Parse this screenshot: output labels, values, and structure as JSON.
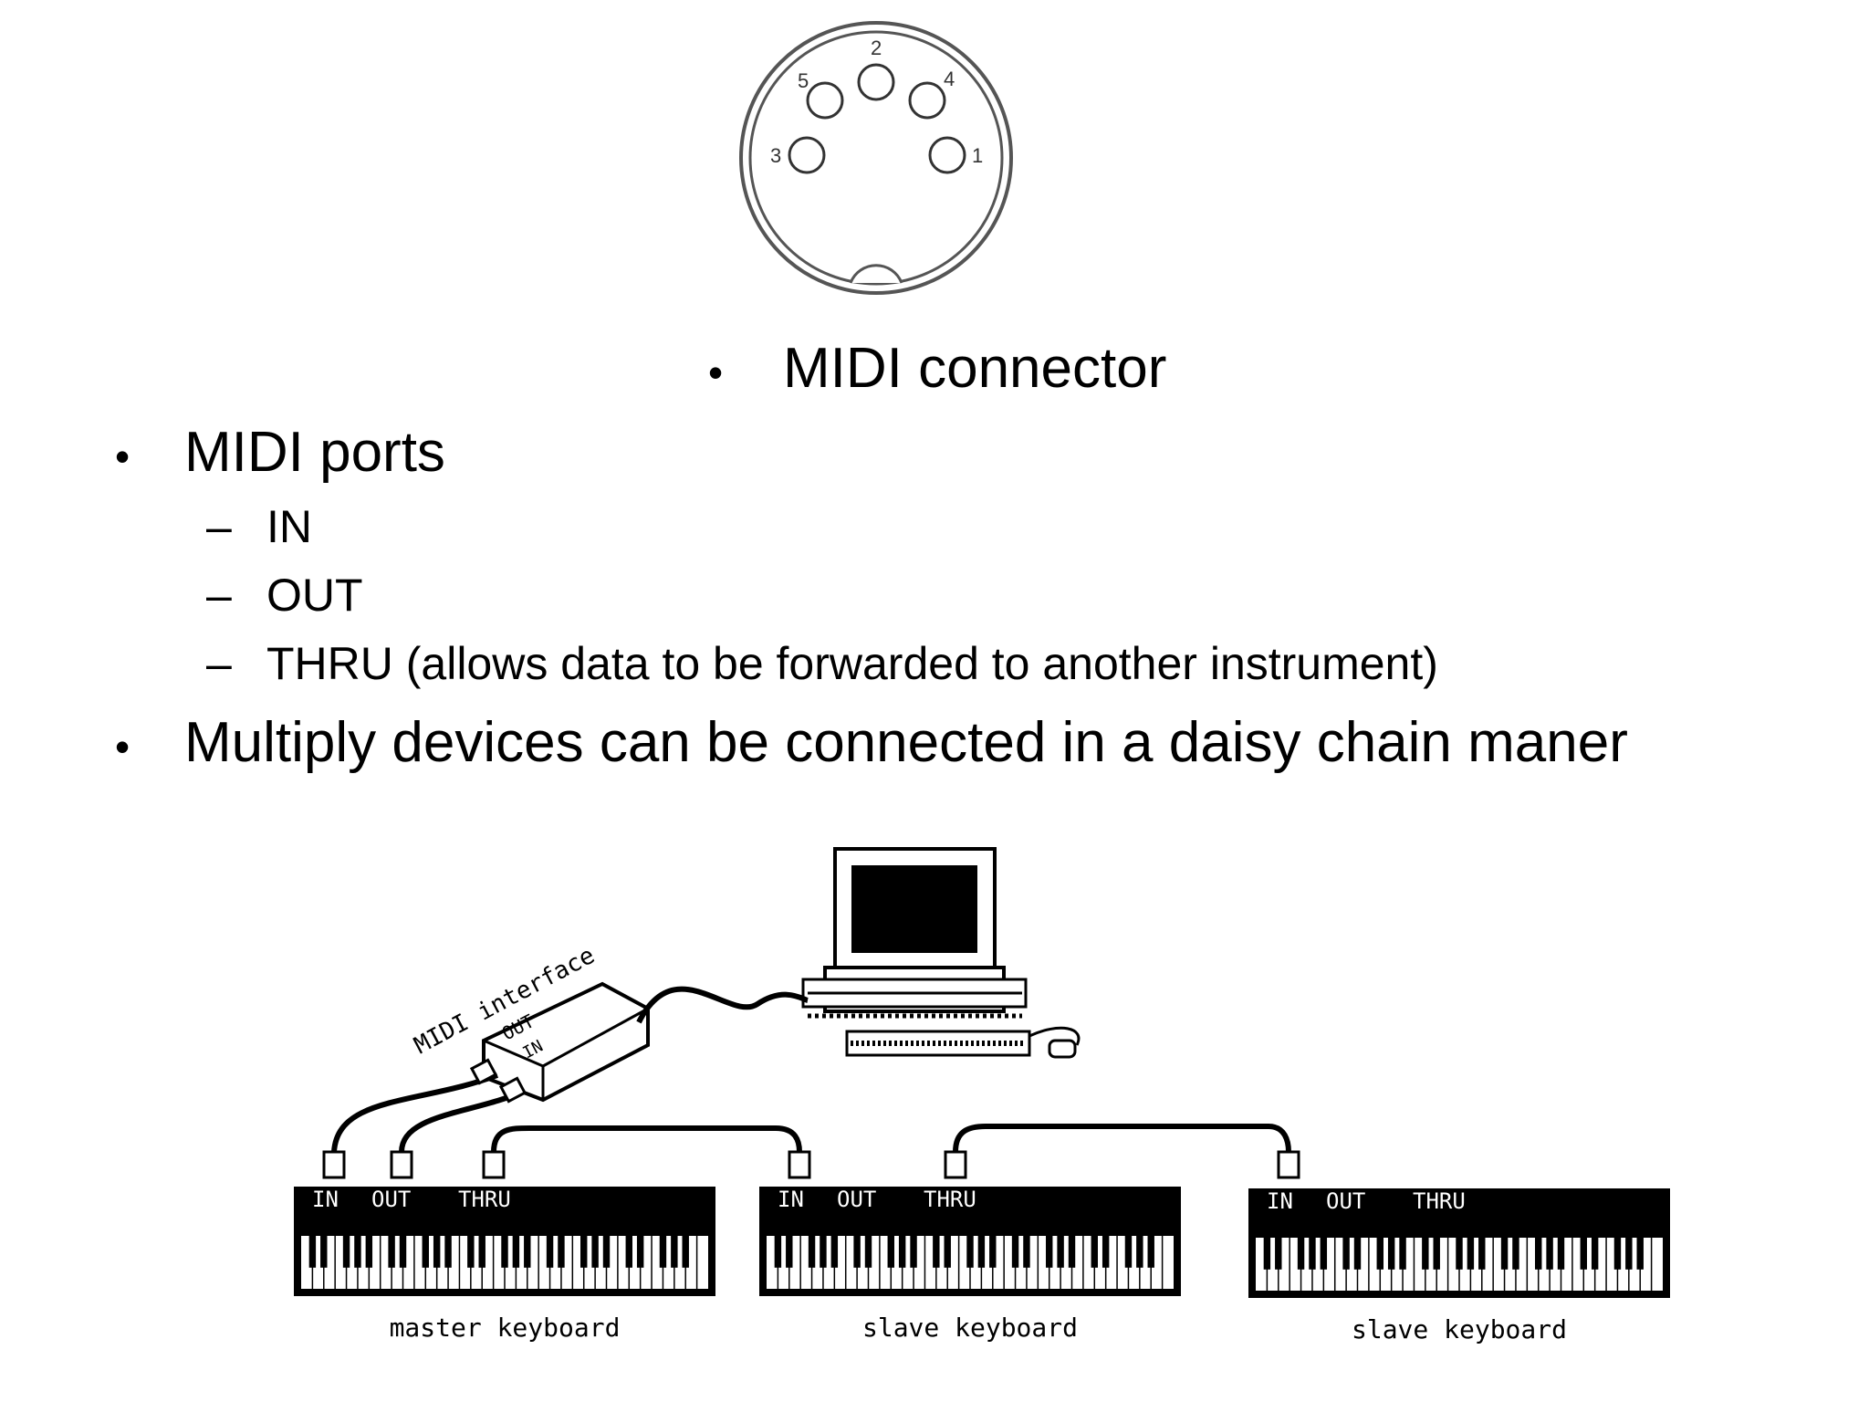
{
  "connector": {
    "pins": [
      "1",
      "2",
      "3",
      "4",
      "5"
    ]
  },
  "bullets": {
    "connector_label": "MIDI connector",
    "ports_heading": "MIDI ports",
    "ports": [
      "IN",
      "OUT",
      "THRU (allows data to be forwarded to another instrument)"
    ],
    "daisy_chain": "Multiply devices can be connected in a daisy chain maner"
  },
  "diagram": {
    "interface_label": "MIDI interface",
    "interface_out": "OUT",
    "interface_in": "IN",
    "keyboards": [
      {
        "name": "master keyboard",
        "ports": [
          "IN",
          "OUT",
          "THRU"
        ]
      },
      {
        "name": "slave keyboard",
        "ports": [
          "IN",
          "OUT",
          "THRU"
        ]
      },
      {
        "name": "slave keyboard",
        "ports": [
          "IN",
          "OUT",
          "THRU"
        ]
      }
    ]
  }
}
